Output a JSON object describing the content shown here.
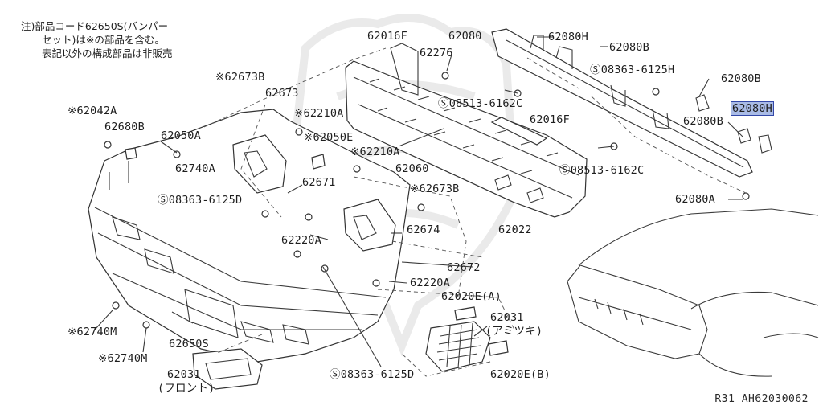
{
  "note": {
    "line1": "注)部品コード62650S(バンパー",
    "line2": "セット)は※の部品を含む。",
    "line3": "表記以外の構成部品は非販売"
  },
  "labels": {
    "l_62016F_a": "62016F",
    "l_62080_top": "62080",
    "l_62080H_top": "62080H",
    "l_62080B_top": "62080B",
    "l_62276": "62276",
    "l_08363_6125H": "Ⓢ08363-6125H",
    "l_62080B_right": "62080B",
    "l_08513_6162C_a": "Ⓢ08513-6162C",
    "l_62080H_hl": "62080H",
    "l_62016F_b": "62016F",
    "l_62080B_mid": "62080B",
    "l_62673B_a": "※62673B",
    "l_62673": "62673",
    "l_62042A": "※62042A",
    "l_62210A_a": "※62210A",
    "l_62680B": "62680B",
    "l_62050A": "62050A",
    "l_62050E": "※62050E",
    "l_62210A_b": "※62210A",
    "l_62740A": "62740A",
    "l_08513_6162C_b": "Ⓢ08513-6162C",
    "l_62060": "62060",
    "l_62671": "62671",
    "l_62673B_b": "※62673B",
    "l_08363_6125D_a": "Ⓢ08363-6125D",
    "l_62080A": "62080A",
    "l_62674": "62674",
    "l_62022": "62022",
    "l_62220A_a": "62220A",
    "l_62672": "62672",
    "l_62220A_b": "62220A",
    "l_62020EA": "62020E(A)",
    "l_62740M_a": "※62740M",
    "l_62031_a": "62031",
    "l_62031_a_sub": "(アミツキ)",
    "l_62650S": "62650S",
    "l_62740M_b": "※62740M",
    "l_62031_b": "62031",
    "l_62031_b_sub": "(フロント)",
    "l_08363_6125D_b": "Ⓢ08363-6125D",
    "l_62020EB": "62020E(B)"
  },
  "footer_code": "R31  AH62030062",
  "highlight_color": "#a9bbe6"
}
